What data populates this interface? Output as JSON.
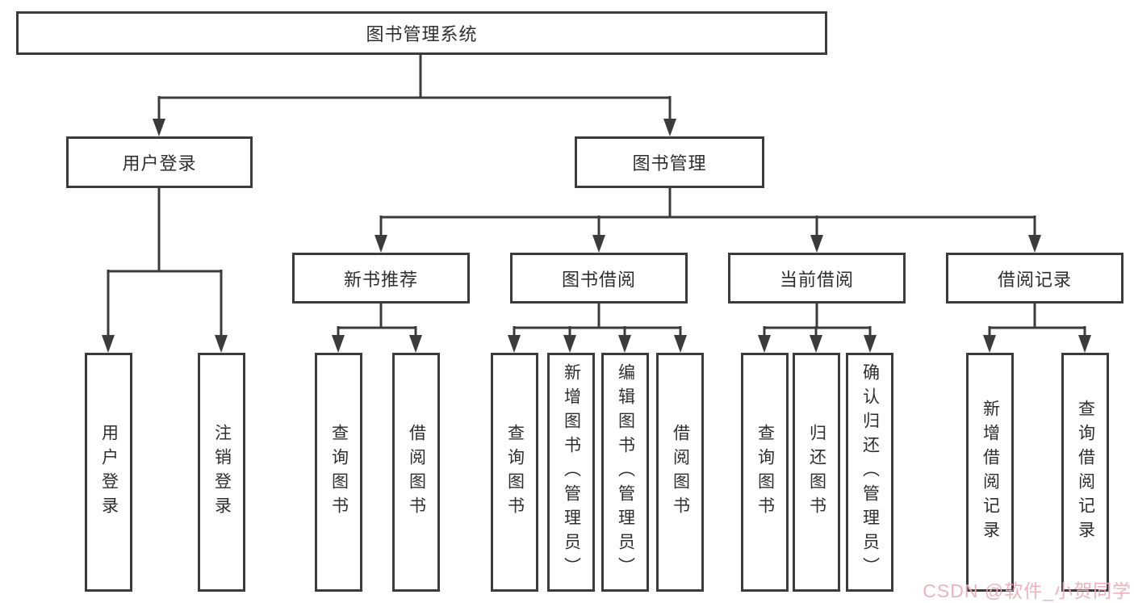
{
  "root": {
    "label": "图书管理系统"
  },
  "branches": [
    {
      "label": "用户登录",
      "leaves": [
        {
          "label": "用户登录"
        },
        {
          "label": "注销登录"
        }
      ]
    },
    {
      "label": "图书管理",
      "groups": [
        {
          "label": "新书推荐",
          "leaves": [
            {
              "label": "查询图书"
            },
            {
              "label": "借阅图书"
            }
          ]
        },
        {
          "label": "图书借阅",
          "leaves": [
            {
              "label": "查询图书"
            },
            {
              "label": "新增图书（管理员）"
            },
            {
              "label": "编辑图书（管理员）"
            },
            {
              "label": "借阅图书"
            }
          ]
        },
        {
          "label": "当前借阅",
          "leaves": [
            {
              "label": "查询图书"
            },
            {
              "label": "归还图书"
            },
            {
              "label": "确认归还（管理员）"
            }
          ]
        },
        {
          "label": "借阅记录",
          "leaves": [
            {
              "label": "新增借阅记录"
            },
            {
              "label": "查询借阅记录"
            }
          ]
        }
      ]
    }
  ],
  "watermark": {
    "text": "CSDN @软件_小贺同学"
  },
  "colors": {
    "line": "#3b3b3b",
    "text": "#2e2e2e",
    "watermark": "#ecaab4",
    "background": "#ffffff"
  }
}
